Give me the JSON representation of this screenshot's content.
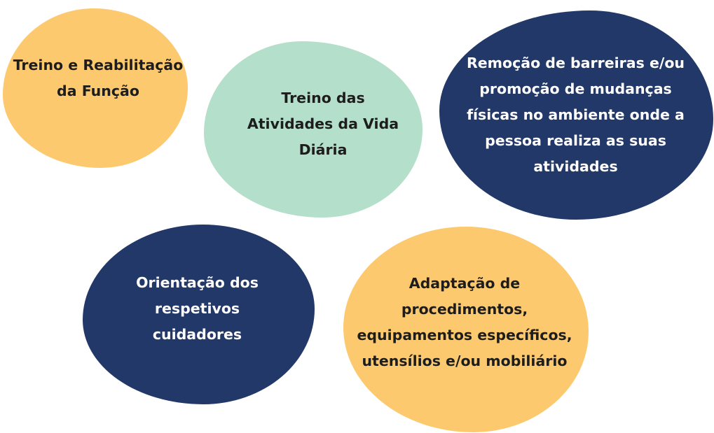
{
  "colors": {
    "yellow": "#fcc96f",
    "mint": "#b4dfca",
    "navy": "#213868"
  },
  "blobs": [
    {
      "text": "Treino e Reabilitação\nda Função",
      "color": "yellow"
    },
    {
      "text": "Treino das\nAtividades da Vida\nDiária",
      "color": "mint"
    },
    {
      "text": "Remoção de barreiras e/ou\npromoção de mudanças\nfísicas no ambiente onde a\npessoa realiza as suas\natividades",
      "color": "navy"
    },
    {
      "text": "Orientação dos\nrespetivos\ncuidadores",
      "color": "navy"
    },
    {
      "text": "Adaptação de\nprocedimentos,\nequipamentos específicos,\nutensílios e/ou mobiliário",
      "color": "yellow"
    }
  ]
}
